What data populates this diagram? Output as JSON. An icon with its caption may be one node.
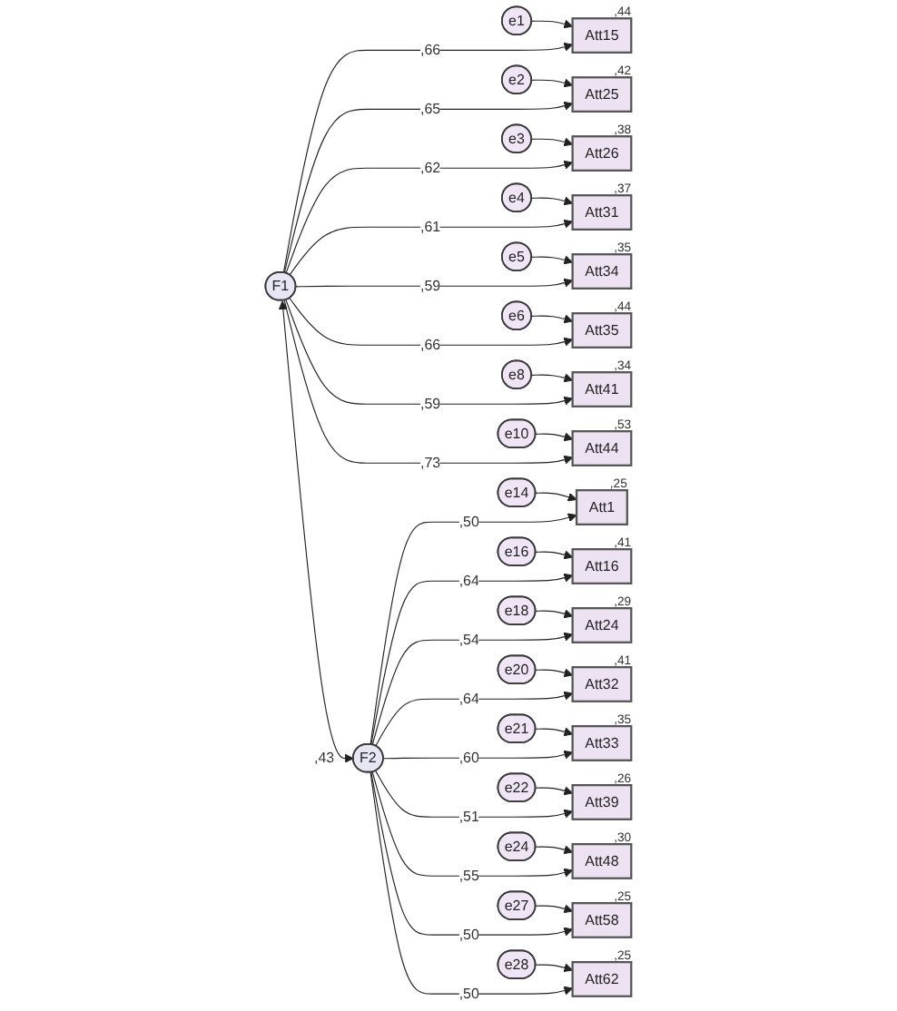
{
  "diagram": {
    "nodes": [
      {
        "text": [
          "e1"
        ]
      },
      {
        "text": [
          "Att15"
        ],
        "beside": [
          ",44"
        ]
      },
      {
        "text": [
          "e2"
        ]
      },
      {
        "text": [
          "Att25"
        ],
        "beside": [
          ",42"
        ]
      },
      {
        "text": [
          "e3"
        ]
      },
      {
        "text": [
          "Att26"
        ],
        "beside": [
          ",38"
        ]
      },
      {
        "text": [
          "e4"
        ]
      },
      {
        "text": [
          "Att31"
        ],
        "beside": [
          ",37"
        ]
      },
      {
        "text": [
          "e5"
        ]
      },
      {
        "text": [
          "Att34"
        ],
        "beside": [
          ",35"
        ]
      },
      {
        "text": [
          "e6"
        ]
      },
      {
        "text": [
          "Att35"
        ],
        "beside": [
          ",44"
        ]
      },
      {
        "text": [
          "e8"
        ]
      },
      {
        "text": [
          "Att41"
        ],
        "beside": [
          ",34"
        ]
      },
      {
        "text": [
          "e10"
        ]
      },
      {
        "text": [
          "Att44"
        ],
        "beside": [
          ",53"
        ]
      },
      {
        "text": [
          "F1"
        ]
      },
      {
        "text": [
          "e14"
        ]
      },
      {
        "text": [
          "Att1"
        ],
        "beside": [
          ",25"
        ]
      },
      {
        "text": [
          "e16"
        ]
      },
      {
        "text": [
          "Att16"
        ],
        "beside": [
          ",41"
        ]
      },
      {
        "text": [
          "e18"
        ]
      },
      {
        "text": [
          "Att24"
        ],
        "beside": [
          ",29"
        ]
      },
      {
        "text": [
          "e20"
        ]
      },
      {
        "text": [
          "Att32"
        ],
        "beside": [
          ",41"
        ]
      },
      {
        "text": [
          "e21"
        ]
      },
      {
        "text": [
          "Att33"
        ],
        "beside": [
          ",35"
        ]
      },
      {
        "text": [
          "e22"
        ]
      },
      {
        "text": [
          "Att39"
        ],
        "beside": [
          ",26"
        ]
      },
      {
        "text": [
          "e24"
        ]
      },
      {
        "text": [
          "Att48"
        ],
        "beside": [
          ",30"
        ]
      },
      {
        "text": [
          "e27"
        ]
      },
      {
        "text": [
          "Att58"
        ],
        "beside": [
          ",25"
        ]
      },
      {
        "text": [
          "e28"
        ]
      },
      {
        "text": [
          "Att62"
        ],
        "beside": [
          ",25"
        ]
      },
      {
        "text": [
          "F2"
        ]
      }
    ],
    "edges": [
      {
        "from": 0,
        "to": 1,
        "arrow": "to"
      },
      {
        "from": 2,
        "to": 3,
        "arrow": "to"
      },
      {
        "from": 4,
        "to": 5,
        "arrow": "to"
      },
      {
        "from": 6,
        "to": 7,
        "arrow": "to"
      },
      {
        "from": 8,
        "to": 9,
        "arrow": "to"
      },
      {
        "from": 10,
        "to": 11,
        "arrow": "to"
      },
      {
        "from": 12,
        "to": 13,
        "arrow": "to"
      },
      {
        "from": 14,
        "to": 15,
        "arrow": "to"
      },
      {
        "from": 16,
        "to": 1,
        "arrow": "to",
        "label": ",66"
      },
      {
        "from": 16,
        "to": 3,
        "arrow": "to",
        "label": ",65"
      },
      {
        "from": 16,
        "to": 5,
        "arrow": "to",
        "label": ",62"
      },
      {
        "from": 16,
        "to": 7,
        "arrow": "to",
        "label": ",61"
      },
      {
        "from": 16,
        "to": 9,
        "arrow": "to",
        "label": ",59"
      },
      {
        "from": 16,
        "to": 11,
        "arrow": "to",
        "label": ",66"
      },
      {
        "from": 16,
        "to": 13,
        "arrow": "to",
        "label": ",59"
      },
      {
        "from": 16,
        "to": 15,
        "arrow": "to",
        "label": ",73"
      },
      {
        "from": 17,
        "to": 18,
        "arrow": "to"
      },
      {
        "from": 19,
        "to": 20,
        "arrow": "to"
      },
      {
        "from": 21,
        "to": 22,
        "arrow": "to"
      },
      {
        "from": 23,
        "to": 24,
        "arrow": "to"
      },
      {
        "from": 25,
        "to": 26,
        "arrow": "to"
      },
      {
        "from": 27,
        "to": 28,
        "arrow": "to"
      },
      {
        "from": 29,
        "to": 30,
        "arrow": "to"
      },
      {
        "from": 31,
        "to": 32,
        "arrow": "to"
      },
      {
        "from": 33,
        "to": 34,
        "arrow": "to"
      },
      {
        "from": 35,
        "to": 18,
        "arrow": "to",
        "label": ",50"
      },
      {
        "from": 35,
        "to": 20,
        "arrow": "to",
        "label": ",64"
      },
      {
        "from": 35,
        "to": 22,
        "arrow": "to",
        "label": ",54"
      },
      {
        "from": 35,
        "to": 24,
        "arrow": "to",
        "label": ",64"
      },
      {
        "from": 35,
        "to": 26,
        "arrow": "to",
        "label": ",60"
      },
      {
        "from": 35,
        "to": 28,
        "arrow": "to",
        "label": ",51"
      },
      {
        "from": 35,
        "to": 30,
        "arrow": "to",
        "label": ",55"
      },
      {
        "from": 35,
        "to": 32,
        "arrow": "to",
        "label": ",50"
      },
      {
        "from": 35,
        "to": 34,
        "arrow": "to",
        "label": ",50"
      },
      {
        "from": 16,
        "to": 35,
        "arrow": "both",
        "label": ",43"
      }
    ]
  }
}
